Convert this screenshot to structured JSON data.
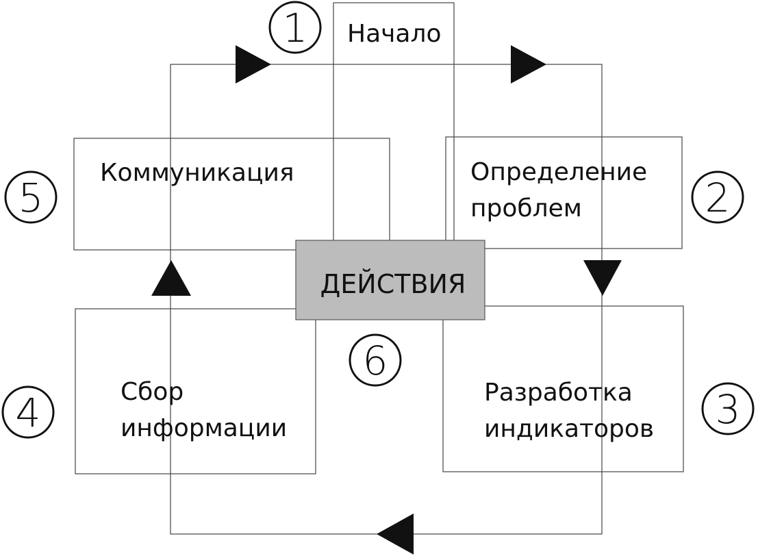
{
  "colors": {
    "line": "#444444",
    "arrow": "#111111",
    "center_fill": "#bcbcbc"
  },
  "steps": [
    {
      "number": "1",
      "label": [
        "Начало"
      ]
    },
    {
      "number": "2",
      "label": [
        "Определение",
        "проблем"
      ]
    },
    {
      "number": "3",
      "label": [
        "Разработка",
        "индикаторов"
      ]
    },
    {
      "number": "4",
      "label": [
        "Сбор",
        "информации"
      ]
    },
    {
      "number": "5",
      "label": [
        "Коммуникация"
      ]
    }
  ],
  "center": {
    "number": "6",
    "label": "ДЕЙСТВИЯ"
  }
}
